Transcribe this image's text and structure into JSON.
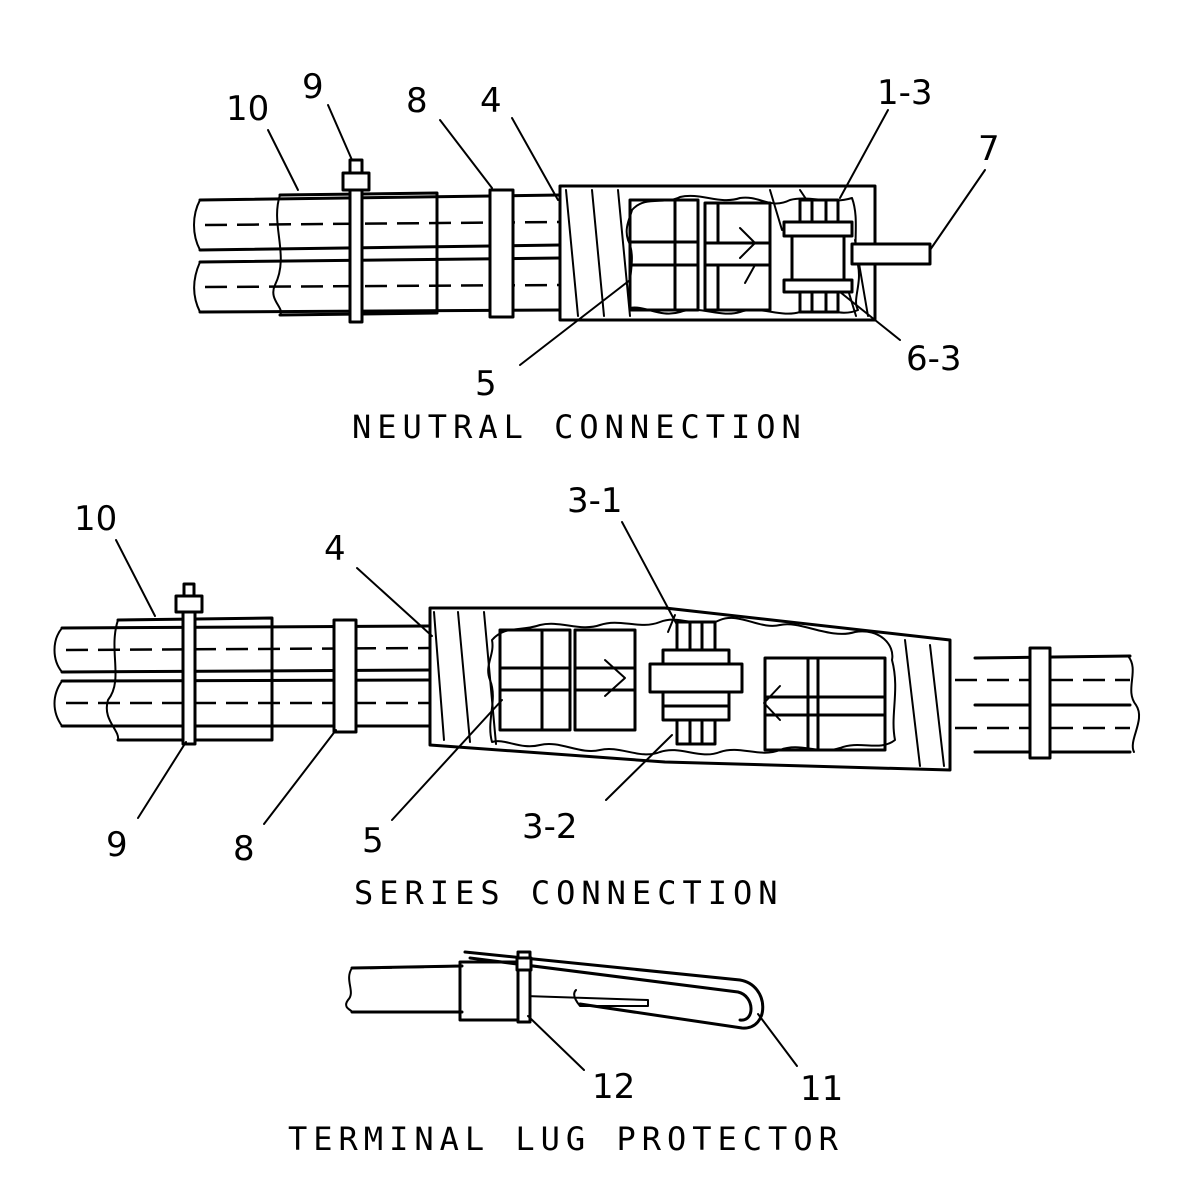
{
  "views": {
    "neutral": {
      "title": "NEUTRAL CONNECTION",
      "callouts": {
        "c10": "10",
        "c9": "9",
        "c8": "8",
        "c4": "4",
        "c13": "1-3",
        "c7": "7",
        "c5": "5",
        "c63": "6-3"
      }
    },
    "series": {
      "title": "SERIES CONNECTION",
      "callouts": {
        "c10": "10",
        "c4": "4",
        "c31": "3-1",
        "c9": "9",
        "c8": "8",
        "c5": "5",
        "c32": "3-2"
      }
    },
    "lug": {
      "title": "TERMINAL LUG PROTECTOR",
      "callouts": {
        "c12": "12",
        "c11": "11"
      }
    }
  }
}
